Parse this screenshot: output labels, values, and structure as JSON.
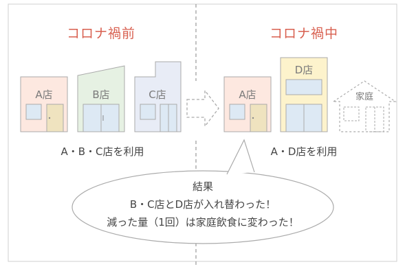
{
  "titles": {
    "before": "コロナ禍前",
    "during": "コロナ禍中"
  },
  "before": {
    "shops": [
      {
        "label": "A店",
        "color": "#fde8e0"
      },
      {
        "label": "B店",
        "color": "#e6f1e3"
      },
      {
        "label": "C店",
        "color": "#e8ecf6"
      }
    ],
    "usage": "A・B・C店を利用"
  },
  "during": {
    "shops": [
      {
        "label": "A店",
        "color": "#fde8e0"
      },
      {
        "label": "D店",
        "color": "#fdf3cc"
      },
      {
        "label": "家庭",
        "color": "#ffffff"
      }
    ],
    "usage": "A・D店を利用"
  },
  "result": {
    "heading": "結果",
    "line1": "B・C店とD店が入れ替わった！",
    "line2": "減った量（1回）は家庭飲食に変わった！"
  },
  "colors": {
    "title": "#d85f4f",
    "frame": "#cfcfcf",
    "divider": "#a0a0a0",
    "outline": "#aaaaaa",
    "window": "#dde9f4"
  },
  "icons": [
    "shop-building-icon",
    "house-outline-icon",
    "dashed-arrow-icon",
    "speech-bubble-icon"
  ]
}
